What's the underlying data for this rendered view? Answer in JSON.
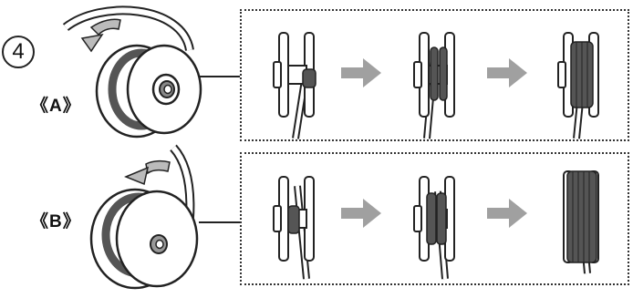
{
  "step_number": "4",
  "variant_a_label": "《A》",
  "variant_b_label": "《B》",
  "colors": {
    "outline": "#222222",
    "thread": "#555555",
    "arrow": "#a0a0a0",
    "panel_border": "#333333"
  },
  "icons": [
    "bobbin-illustration",
    "rotation-arrow-icon",
    "winding-arrow-icon"
  ]
}
